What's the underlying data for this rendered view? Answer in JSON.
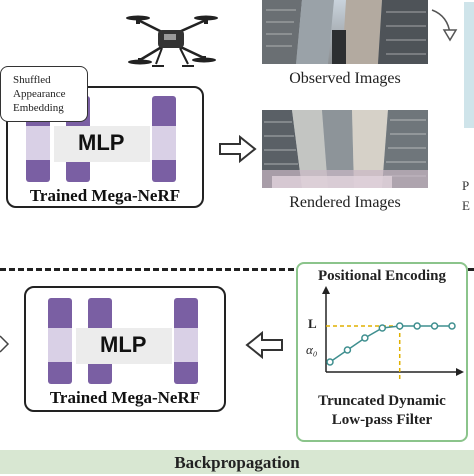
{
  "embedding": {
    "line1": "Shuffled",
    "line2": "Appearance",
    "line3": "Embedding"
  },
  "top_model": {
    "mlp_label": "MLP",
    "title": "Trained Mega-NeRF"
  },
  "bottom_model": {
    "mlp_label": "MLP",
    "title": "Trained Mega-NeRF"
  },
  "observed_caption": "Observed Images",
  "rendered_caption": "Rendered Images",
  "edge_fragments": {
    "right_line1": "P",
    "right_line2": "E"
  },
  "positional_encoding": {
    "title": "Positional Encoding",
    "y_label_top": "L",
    "y_label_bottom": "α₀",
    "subtitle_line1": "Truncated Dynamic",
    "subtitle_line2": "Low-pass Filter"
  },
  "chart_data": {
    "type": "line",
    "title": "",
    "xlabel": "",
    "ylabel": "",
    "x": [
      0,
      1,
      2,
      3,
      4,
      5,
      6,
      7
    ],
    "series": [
      {
        "values": [
          0.1,
          0.4,
          0.7,
          0.95,
          1.0,
          1.0,
          1.0,
          1.0
        ]
      }
    ],
    "reference_lines": [
      "L",
      "α₀"
    ]
  },
  "footer": {
    "label": "Backpropagation"
  },
  "colors": {
    "layer_dark": "#7a5fa3",
    "layer_light": "#d9d0e6",
    "pe_border": "#8bc48b",
    "curve": "#3f8f8f",
    "dashed_ref": "#e0b000",
    "footer_bg": "#d8e7d2"
  }
}
